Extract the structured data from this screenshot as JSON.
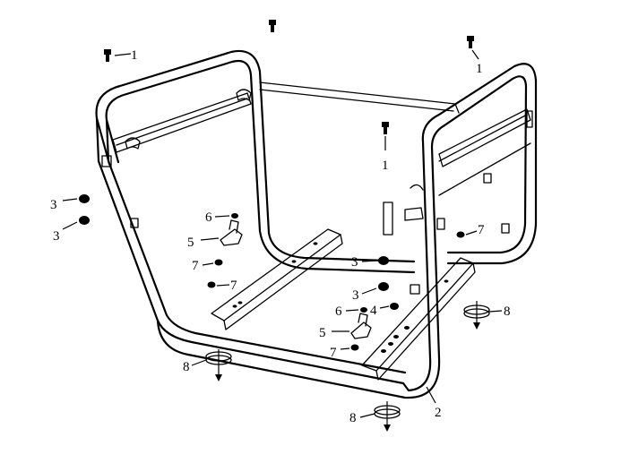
{
  "callouts": {
    "c1a": "1",
    "c1b": "1",
    "c1c": "1",
    "c2": "2",
    "c3a": "3",
    "c3b": "3",
    "c3c": "3",
    "c3d": "3",
    "c4": "4",
    "c5a": "5",
    "c5b": "5",
    "c6a": "6",
    "c6b": "6",
    "c7a": "7",
    "c7b": "7",
    "c7c": "7",
    "c7d": "7",
    "c8a": "8",
    "c8b": "8",
    "c8c": "8"
  }
}
